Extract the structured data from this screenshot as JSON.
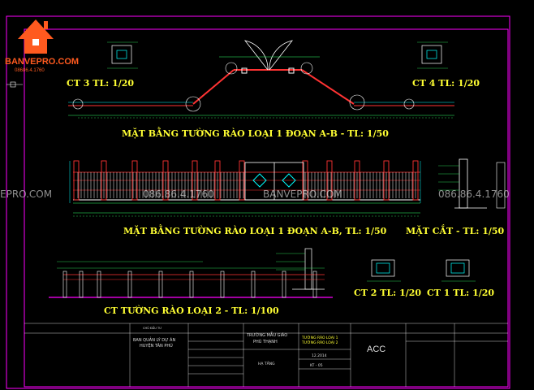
{
  "logo": {
    "brand": "BANVEPRO.COM",
    "phone": "08686.4.1760",
    "brand_color": "#ff5a1f"
  },
  "titles": {
    "ct3": "CT 3 TL: 1/20",
    "ct4": "CT 4 TL: 1/20",
    "plan_ab": "MẶT BẰNG TƯỜNG RÀO LOẠI 1 ĐOẠN A-B - TL: 1/50",
    "elev_ab": "MẶT BẰNG TƯỜNG RÀO LOẠI 1 ĐOẠN A-B, TL: 1/50",
    "section": "MẶT CẮT - TL: 1/50",
    "ct2": "CT 2 TL: 1/20",
    "ct1": "CT 1 TL: 1/20",
    "fence2": "CT TƯỜNG RÀO LOẠI 2 - TL: 1/100"
  },
  "watermarks": {
    "left": "EPRO.COM",
    "phone_a": "086.86.4.1760",
    "center": "BANVEPRO.COM",
    "phone_b": "086.86.4.1760"
  },
  "title_block": {
    "owner_label": "CHỦ ĐẦU TƯ",
    "owner_name": "BAN QUẢN LÝ DỰ ÁN",
    "owner_district": "HUYỆN TÂN PHÚ",
    "project_name": "TRƯỜNG MẪU GIÁO",
    "project_place": "PHÚ THẠNH",
    "drawing_1": "TƯỜNG RÀO LOẠI 1",
    "drawing_2": "TƯỜNG RÀO LOẠI 2",
    "date": "12.2014",
    "sheet": "KT - 05",
    "category": "HẠ TẦNG",
    "company_short": "ACC"
  },
  "colors": {
    "background": "#000000",
    "frame": "#ff00ff",
    "title": "#ffff33",
    "line_cyan": "#00ffff",
    "line_red": "#ff3333",
    "line_green": "#33ff66",
    "line_white": "#ffffff"
  }
}
